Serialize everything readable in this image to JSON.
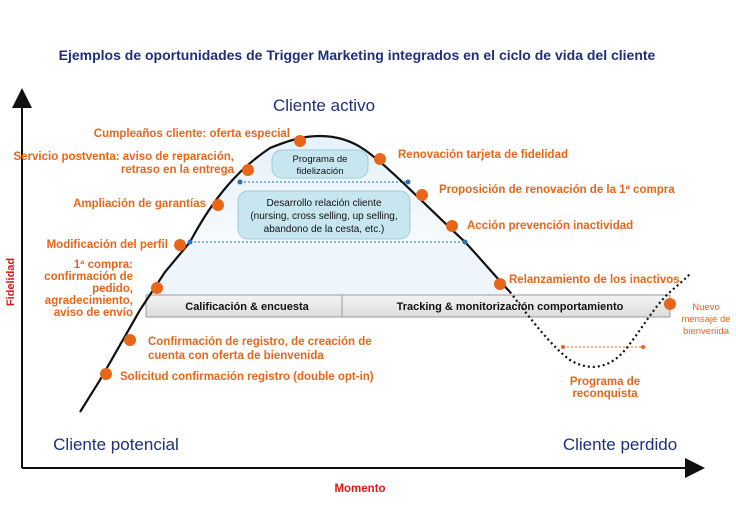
{
  "title": "Ejemplos de oportunidades de Trigger Marketing integrados en el ciclo de vida del cliente",
  "axes": {
    "y_label": "Fidelidad",
    "x_label": "Momento"
  },
  "phases": {
    "active": "Cliente activo",
    "potential": "Cliente potencial",
    "lost": "Cliente perdido"
  },
  "inner_boxes": {
    "loyalty_program": [
      "Programa de",
      "fidelización"
    ],
    "relationship": [
      "Desarrollo relación cliente",
      "(nursing, cross selling, up selling,",
      "abandono de la cesta, etc.)"
    ]
  },
  "bands": {
    "left": "Calificación & encuesta",
    "right": "Tracking & monitorización comportamiento"
  },
  "triggers_left": {
    "birthday": "Cumpleaños cliente: oferta especial",
    "service": [
      "Servicio postventa: aviso de reparación,",
      "retraso en la entrega"
    ],
    "warranty": "Ampliación de garantías",
    "profile": "Modificación del perfil",
    "first_purchase": [
      "1ª compra:",
      "confirmación de",
      "pedido,",
      "agradecimiento,",
      "aviso de envío"
    ],
    "registration": [
      "Confirmación de registro, de creación de",
      "cuenta con oferta de bienvenida"
    ],
    "double_optin": "Solicitud confirmación registro (double opt-in)"
  },
  "triggers_right": {
    "card_renewal": "Renovación tarjeta de fidelidad",
    "renewal_proposal": "Proposición de renovación de la 1ª compra",
    "inactivity": "Acción prevención inactividad",
    "relaunch": "Relanzamiento de los inactivos",
    "reconquest": [
      "Programa de",
      "reconquista"
    ],
    "welcome": [
      "Nuevo",
      "mensaje de",
      "bienvenida"
    ]
  },
  "colors": {
    "title": "#1f2f7a",
    "trigger": "#e8661a",
    "axis_label": "#e01818",
    "dot": "#e8661a",
    "zone": "#dcebf6",
    "inner_box": "#c7e6f0",
    "small_dot": "#2a6fb5"
  }
}
